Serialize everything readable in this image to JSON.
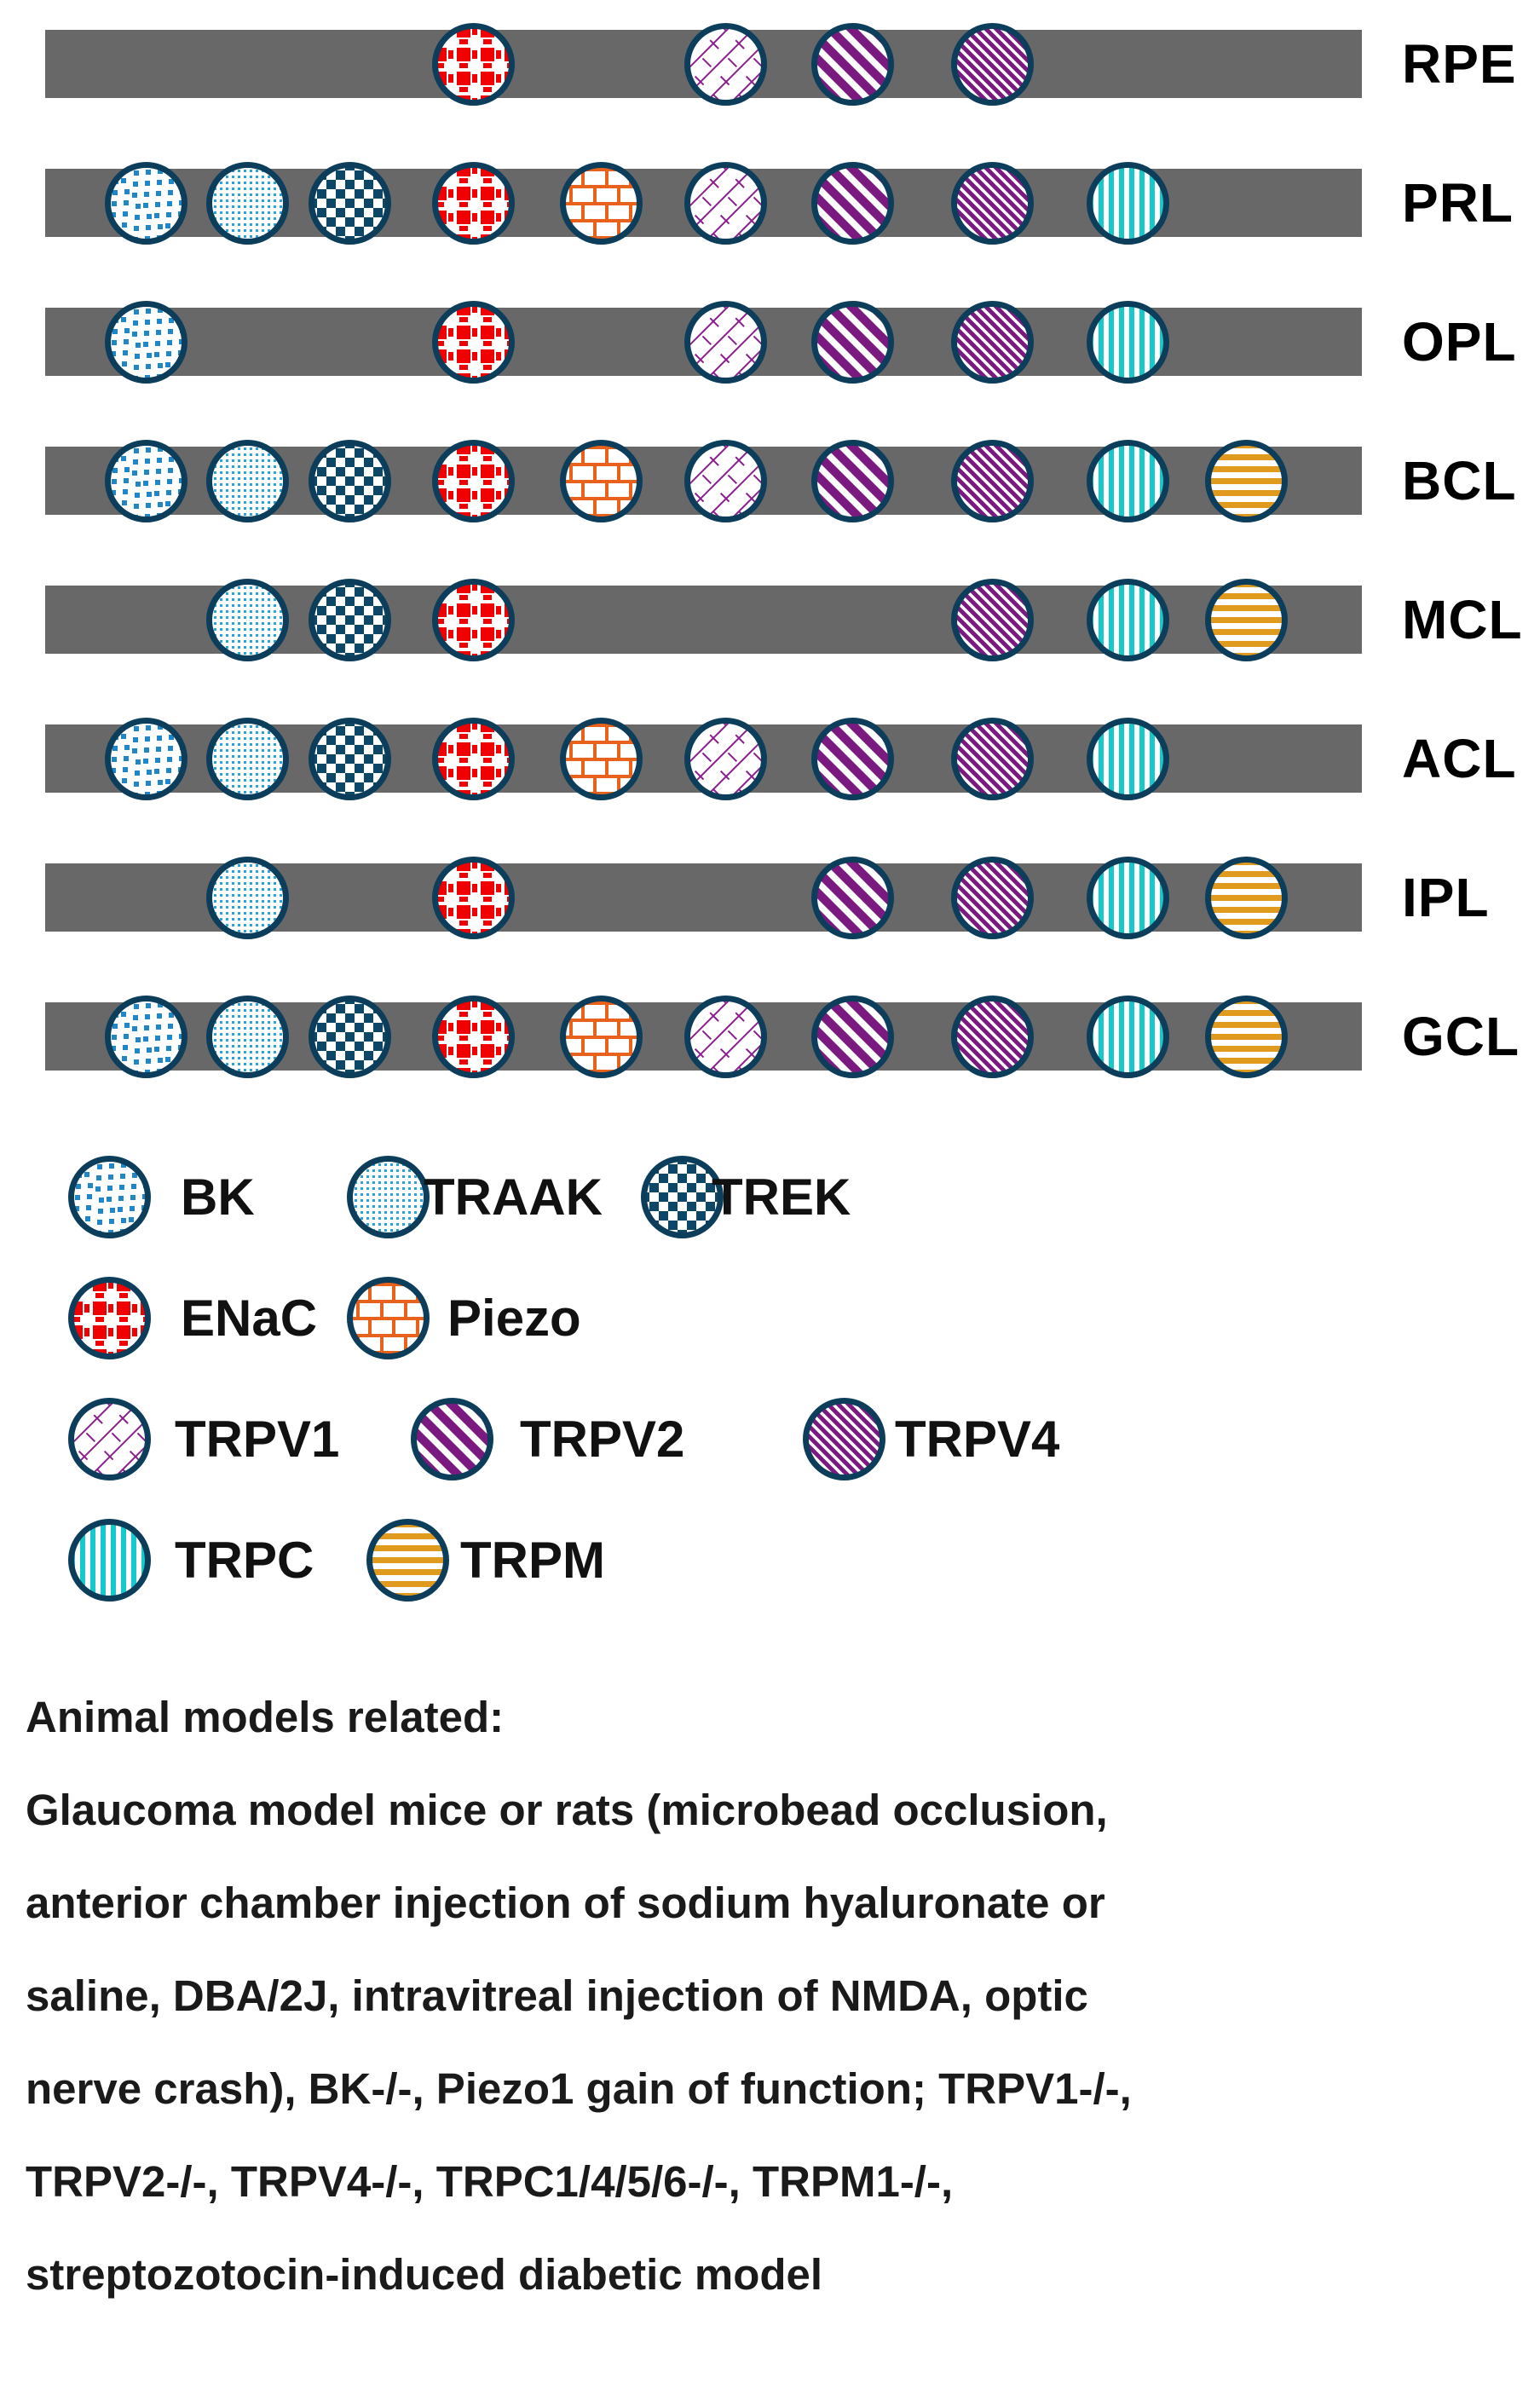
{
  "channels": [
    {
      "key": "BK",
      "label": "BK",
      "fg": "#1f86c9",
      "bg": "#ffffff",
      "pattern": "dots-large"
    },
    {
      "key": "TRAAK",
      "label": "TRAAK",
      "fg": "#29a3d8",
      "bg": "#ffffff",
      "pattern": "dots-small"
    },
    {
      "key": "TREK",
      "label": "TREK",
      "fg": "#0c4767",
      "bg": "#ffffff",
      "pattern": "checker"
    },
    {
      "key": "ENaC",
      "label": "ENaC",
      "fg": "#f00000",
      "bg": "#ffffff",
      "pattern": "plaid"
    },
    {
      "key": "Piezo",
      "label": "Piezo",
      "fg": "#e8621c",
      "bg": "#ffffff",
      "pattern": "brick"
    },
    {
      "key": "TRPV1",
      "label": "TRPV1",
      "fg": "#8b1f8f",
      "bg": "#ffffff",
      "pattern": "weave"
    },
    {
      "key": "TRPV2",
      "label": "TRPV2",
      "fg": "#7a1a80",
      "bg": "#ffffff",
      "pattern": "diag-wide"
    },
    {
      "key": "TRPV4",
      "label": "TRPV4",
      "fg": "#7a1a80",
      "bg": "#ffffff",
      "pattern": "diag-narrow"
    },
    {
      "key": "TRPC",
      "label": "TRPC",
      "fg": "#16c9cb",
      "bg": "#ffffff",
      "pattern": "vert"
    },
    {
      "key": "TRPM",
      "label": "TRPM",
      "fg": "#e09a1e",
      "bg": "#ffffff",
      "pattern": "horiz"
    }
  ],
  "outline_color": "#0c3e5c",
  "bar_color": "#686868",
  "layers": [
    {
      "label": "RPE",
      "channels": [
        "ENaC",
        "TRPV1",
        "TRPV2",
        "TRPV4"
      ]
    },
    {
      "label": "PRL",
      "channels": [
        "BK",
        "TRAAK",
        "TREK",
        "ENaC",
        "Piezo",
        "TRPV1",
        "TRPV2",
        "TRPV4",
        "TRPC"
      ]
    },
    {
      "label": "OPL",
      "channels": [
        "BK",
        "ENaC",
        "TRPV1",
        "TRPV2",
        "TRPV4",
        "TRPC"
      ]
    },
    {
      "label": "BCL",
      "channels": [
        "BK",
        "TRAAK",
        "TREK",
        "ENaC",
        "Piezo",
        "TRPV1",
        "TRPV2",
        "TRPV4",
        "TRPC",
        "TRPM"
      ]
    },
    {
      "label": "MCL",
      "channels": [
        "TRAAK",
        "TREK",
        "ENaC",
        "TRPV4",
        "TRPC",
        "TRPM"
      ]
    },
    {
      "label": "ACL",
      "channels": [
        "BK",
        "TRAAK",
        "TREK",
        "ENaC",
        "Piezo",
        "TRPV1",
        "TRPV2",
        "TRPV4",
        "TRPC"
      ]
    },
    {
      "label": "IPL",
      "channels": [
        "TRAAK",
        "ENaC",
        "TRPV2",
        "TRPV4",
        "TRPC",
        "TRPM"
      ]
    },
    {
      "label": "GCL",
      "channels": [
        "BK",
        "TRAAK",
        "TREK",
        "ENaC",
        "Piezo",
        "TRPV1",
        "TRPV2",
        "TRPV4",
        "TRPC",
        "TRPM"
      ]
    }
  ],
  "legend": [
    [
      "BK",
      "TRAAK",
      "TREK"
    ],
    [
      "ENaC",
      "Piezo"
    ],
    [
      "TRPV1",
      "TRPV2",
      "TRPV4"
    ],
    [
      "TRPC",
      "TRPM"
    ]
  ],
  "notes": {
    "heading": "Animal models related:",
    "lines": [
      "Glaucoma model mice or rats (microbead occlusion,",
      "anterior chamber injection of sodium hyaluronate or",
      "saline, DBA/2J, intravitreal injection of NMDA, optic",
      "nerve crash), BK-/-, Piezo1 gain of function; TRPV1-/-,",
      "TRPV2-/-, TRPV4-/-, TRPC1/4/5/6-/-, TRPM1-/-,",
      "streptozotocin-induced diabetic model"
    ]
  }
}
